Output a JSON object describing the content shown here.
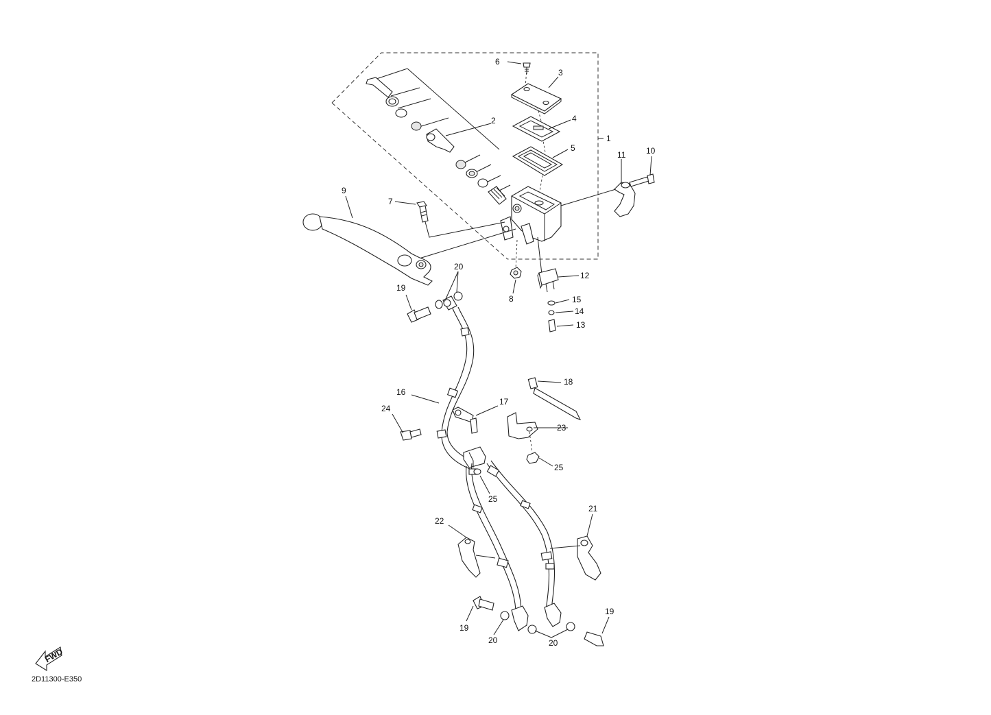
{
  "drawing_code": "2D11300-E350",
  "fwd_label": "FWD",
  "callouts": {
    "n1": "1",
    "n2": "2",
    "n3": "3",
    "n4": "4",
    "n5": "5",
    "n6": "6",
    "n7": "7",
    "n8": "8",
    "n9": "9",
    "n10": "10",
    "n11": "11",
    "n12": "12",
    "n13": "13",
    "n14": "14",
    "n15": "15",
    "n16": "16",
    "n17": "17",
    "n18": "18",
    "n19a": "19",
    "n19b": "19",
    "n19c": "19",
    "n20a": "20",
    "n20b": "20",
    "n20c": "20",
    "n21": "21",
    "n22": "22",
    "n23": "23",
    "n24": "24",
    "n25a": "25",
    "n25b": "25"
  }
}
